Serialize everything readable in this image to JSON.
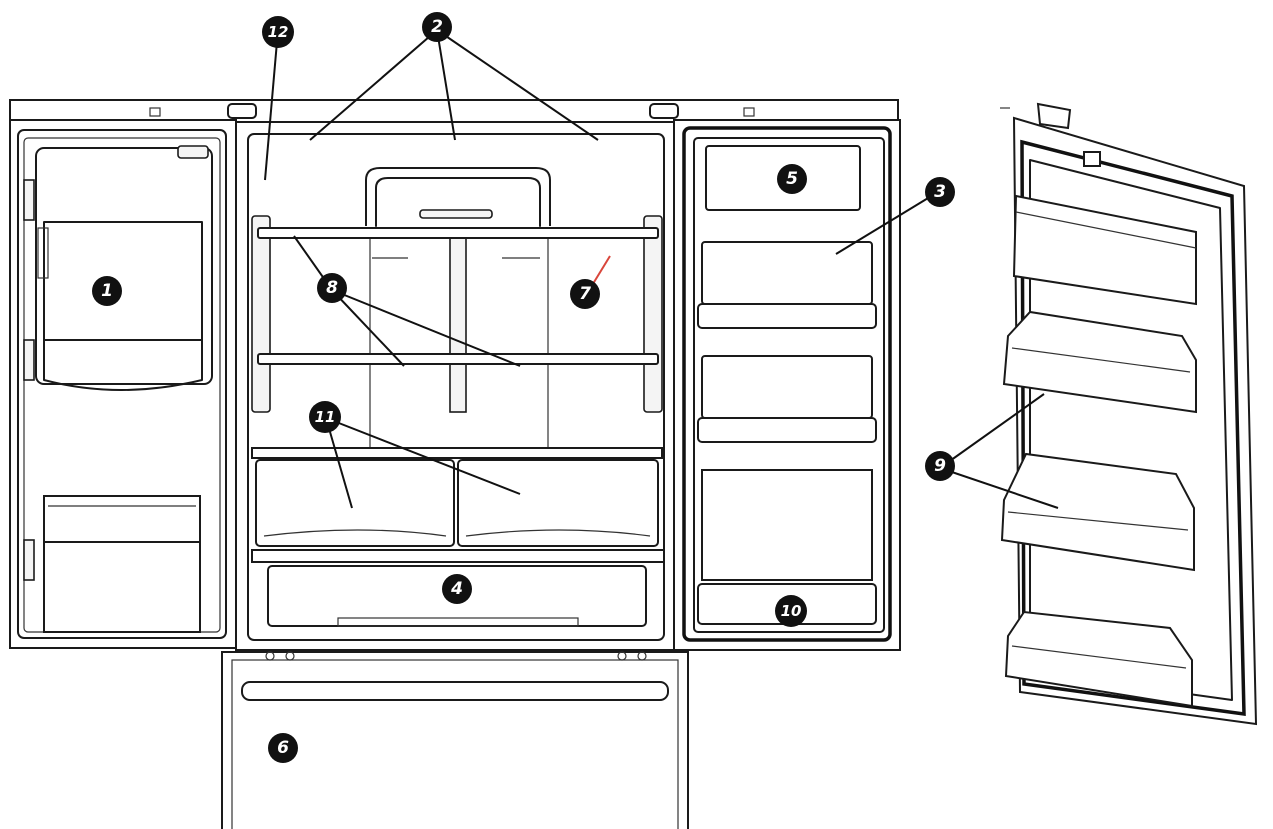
{
  "callouts": [
    {
      "id": "c1",
      "label": "1"
    },
    {
      "id": "c2",
      "label": "2"
    },
    {
      "id": "c3",
      "label": "3"
    },
    {
      "id": "c4",
      "label": "4"
    },
    {
      "id": "c5",
      "label": "5"
    },
    {
      "id": "c6",
      "label": "6"
    },
    {
      "id": "c7",
      "label": "7"
    },
    {
      "id": "c8",
      "label": "8"
    },
    {
      "id": "c9",
      "label": "9"
    },
    {
      "id": "c10",
      "label": "10"
    },
    {
      "id": "c11",
      "label": "11"
    },
    {
      "id": "c12",
      "label": "12"
    }
  ],
  "colors": {
    "line": "#1a1a1a",
    "marker": "#111111",
    "accent_leader_7": "#d9463b"
  }
}
